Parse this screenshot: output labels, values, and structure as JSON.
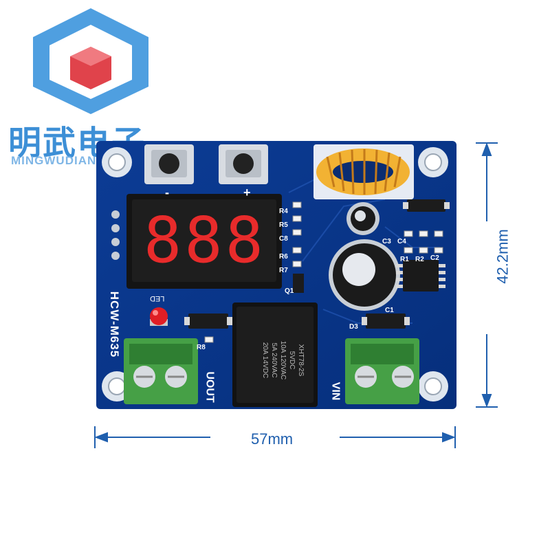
{
  "brand": {
    "name_cn": "明武电子",
    "name_en": "MINGWUDIANZI",
    "colors": {
      "primary": "#3d8fd6",
      "accent": "#e0434b"
    }
  },
  "board": {
    "model": "HCW-M635",
    "labels": {
      "minus": "-",
      "plus": "+",
      "led": "LED",
      "uout": "UOUT",
      "vin": "VIN",
      "relay_model": "XHT78-2S",
      "relay_voltage": "5VDC",
      "relay_rating_1": "10A 120VAC",
      "relay_rating_2": "5A 240VAC",
      "relay_rating_3": "20A 14VDC"
    },
    "display": {
      "digits": "888"
    },
    "components": [
      "R4",
      "R5",
      "C8",
      "R6",
      "R7",
      "Q1",
      "R8",
      "D3",
      "C3",
      "C4",
      "C2",
      "R2",
      "R1",
      "C1"
    ]
  },
  "dimensions": {
    "width": "57mm",
    "height": "42.2mm"
  }
}
